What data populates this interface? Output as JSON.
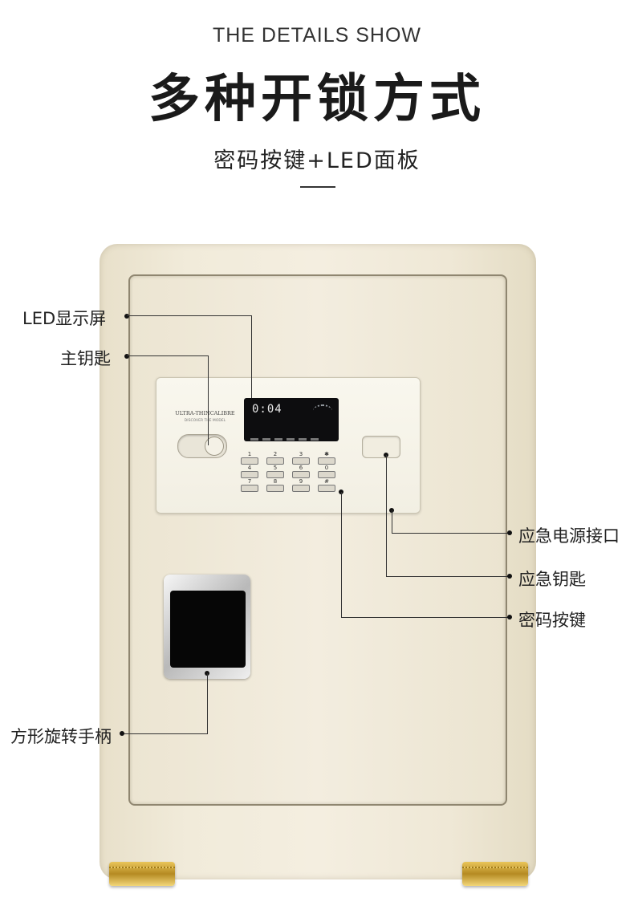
{
  "header": {
    "subtitle_en": "THE DETAILS SHOW",
    "title_cn": "多种开锁方式",
    "feature": "密码按键+LED面板"
  },
  "panel": {
    "brand": "ULTRA-THINCALIBRE",
    "tagline": "DISCOVER THE MODEL",
    "display_time": "0:04"
  },
  "keypad": {
    "keys": [
      "1",
      "2",
      "3",
      "✱",
      "4",
      "5",
      "6",
      "0",
      "7",
      "8",
      "9",
      "#"
    ]
  },
  "callouts": {
    "led_display": "LED显示屏",
    "main_key": "主钥匙",
    "emergency_power": "应急电源接口",
    "emergency_key": "应急钥匙",
    "password_keys": "密码按键",
    "square_handle": "方形旋转手柄"
  },
  "colors": {
    "safe_body": "#f1ebda",
    "foot_gold": "#d4aa3c",
    "lcd": "#0d0d0f"
  }
}
